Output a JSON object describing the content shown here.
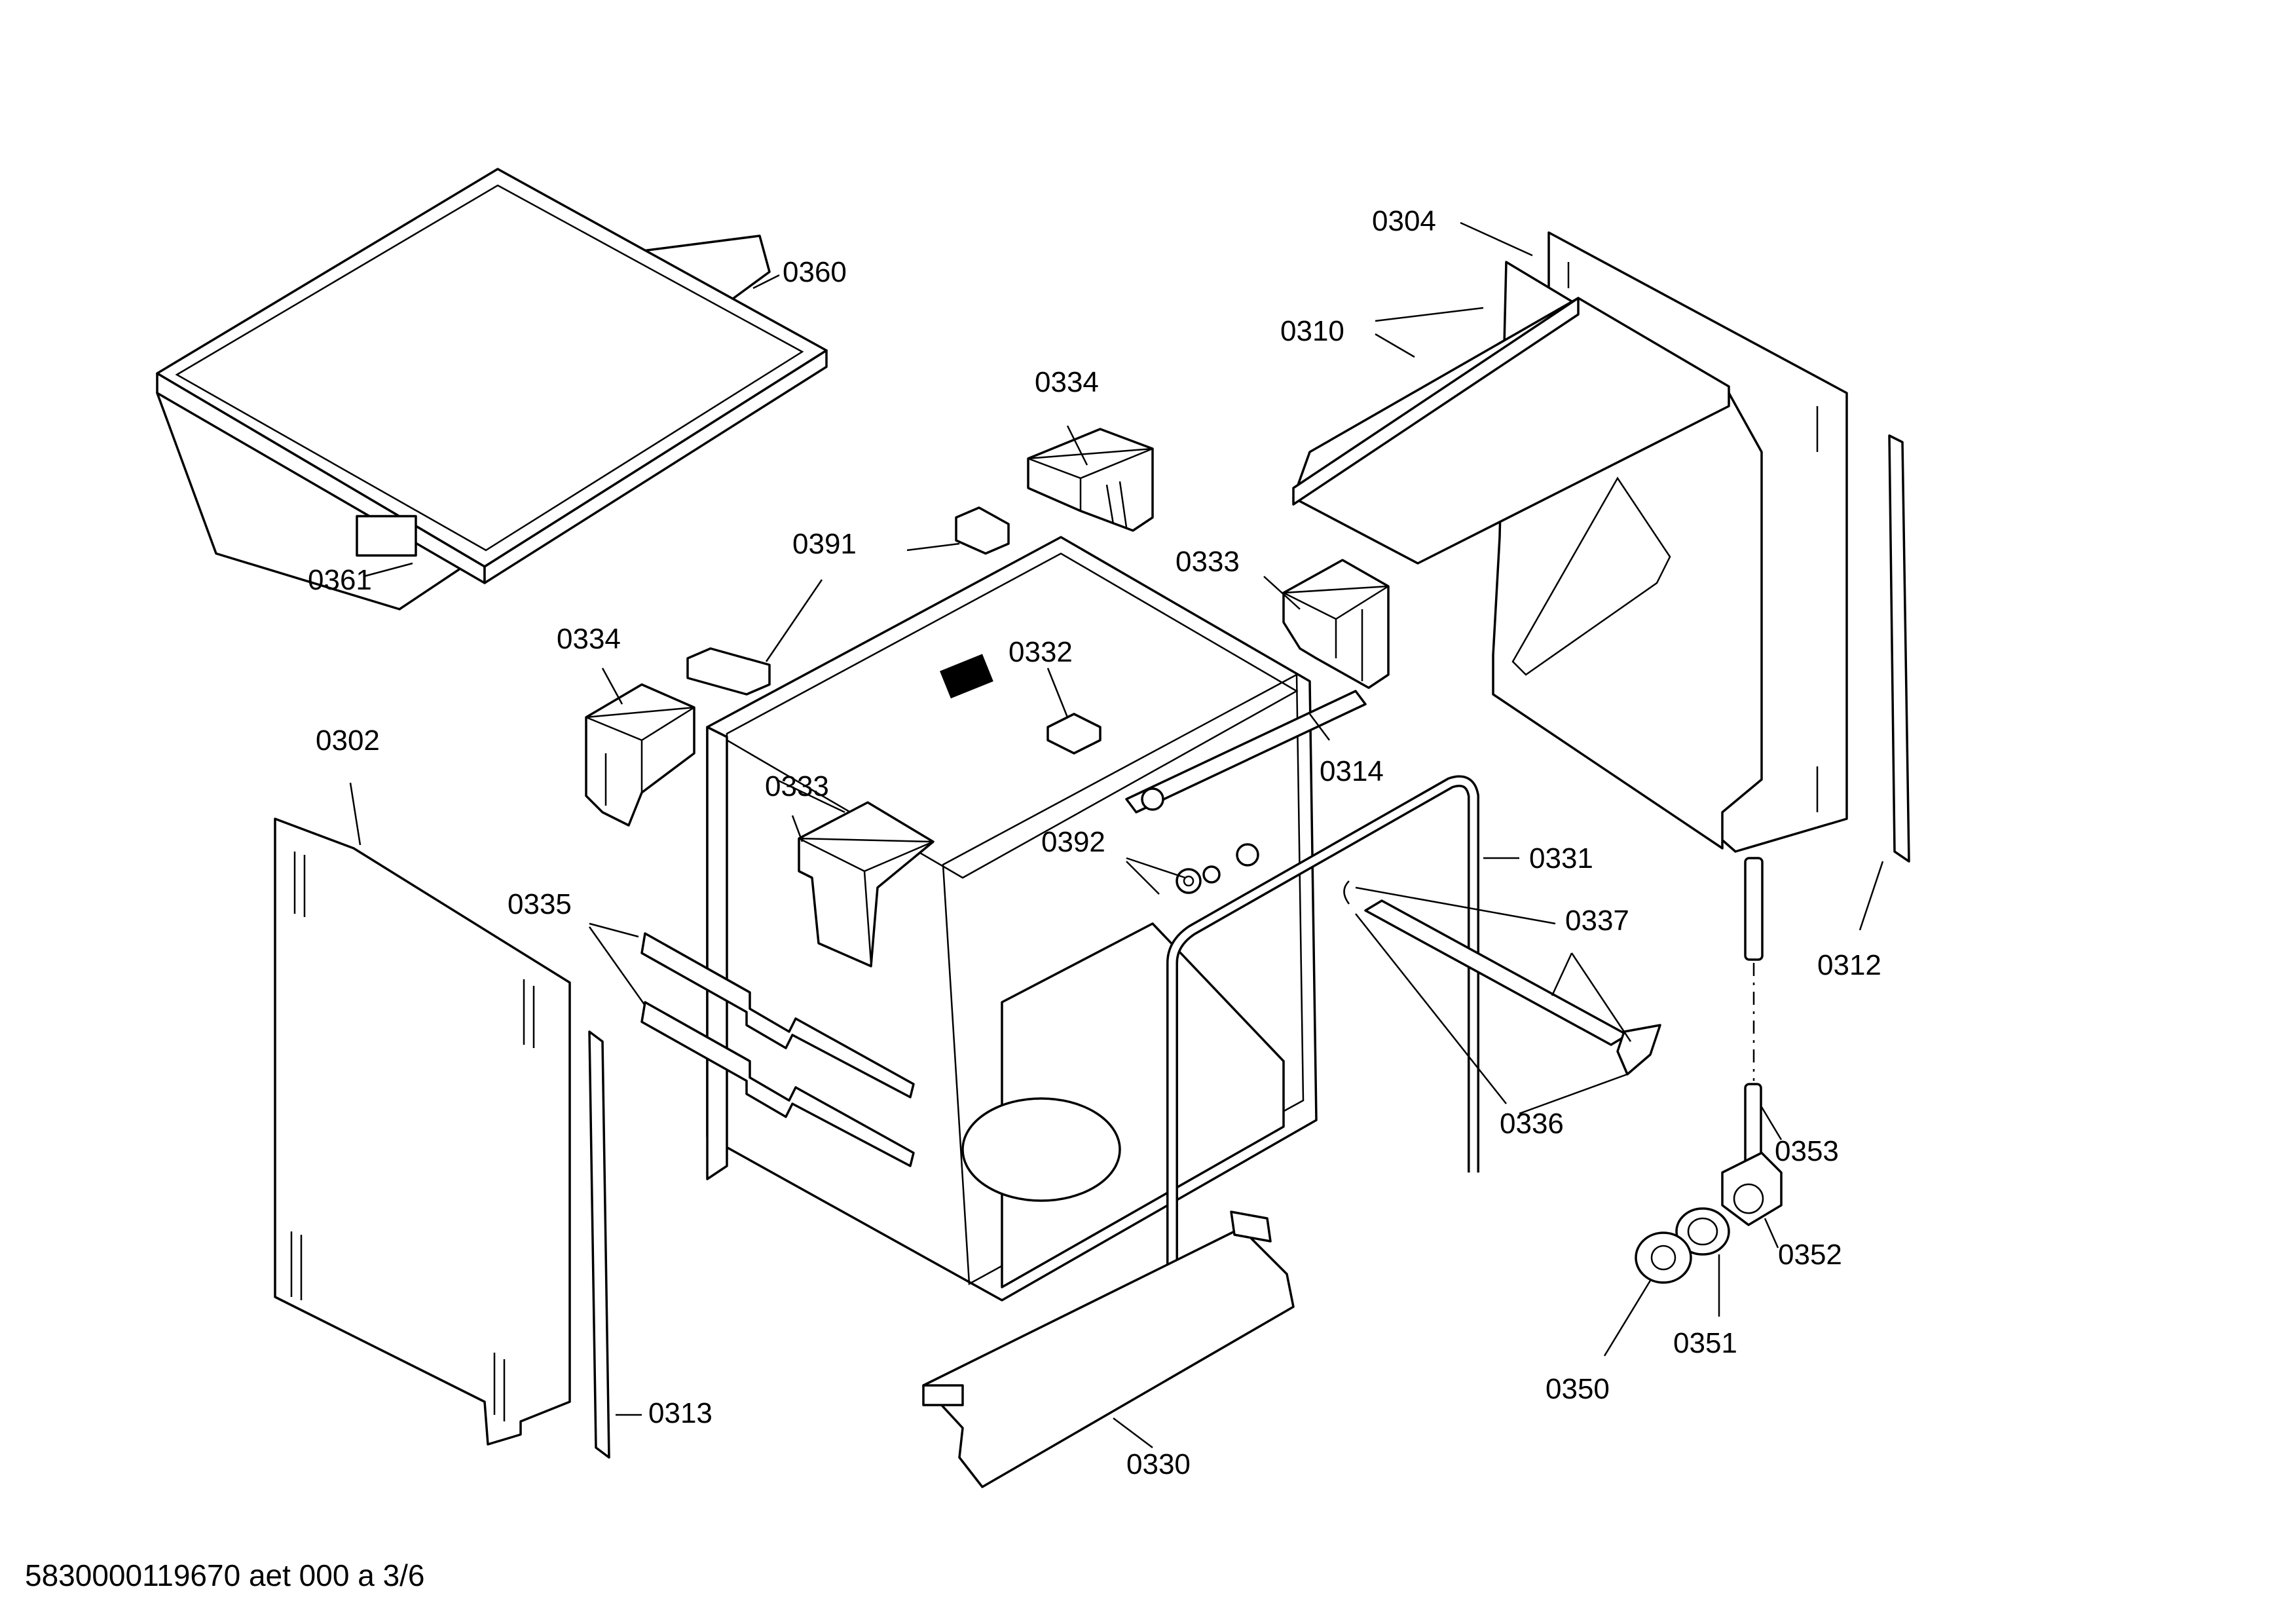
{
  "labels": {
    "p0360": "0360",
    "p0361": "0361",
    "p0334a": "0334",
    "p0391": "0391",
    "p0334b": "0334",
    "p0333a": "0333",
    "p0332": "0332",
    "p0333b": "0333",
    "p0304": "0304",
    "p0310": "0310",
    "p0302": "0302",
    "p0335": "0335",
    "p0392": "0392",
    "p0314": "0314",
    "p0331": "0331",
    "p0337": "0337",
    "p0336": "0336",
    "p0312": "0312",
    "p0353": "0353",
    "p0352": "0352",
    "p0351": "0351",
    "p0350": "0350",
    "p0313": "0313",
    "p0330": "0330"
  },
  "footer": "5830000119670 aet 000 a 3/6"
}
